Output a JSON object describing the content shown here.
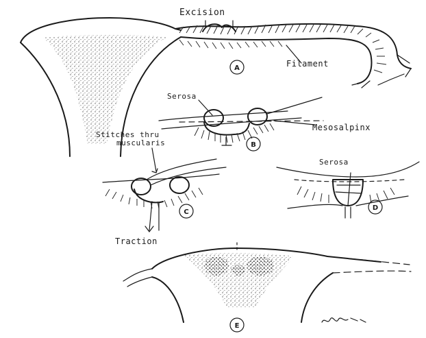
{
  "labels": {
    "excision": "Excision",
    "filament": "Filament",
    "serosa_b": "Serosa",
    "mesosalpinx": "Mesosalpinx",
    "stitches_line1": "Stitches thru",
    "stitches_line2": "muscularis",
    "serosa_d": "Serosa",
    "traction": "Traction"
  },
  "panels": {
    "a": "A",
    "b": "B",
    "c": "C",
    "d": "D",
    "e": "E"
  }
}
